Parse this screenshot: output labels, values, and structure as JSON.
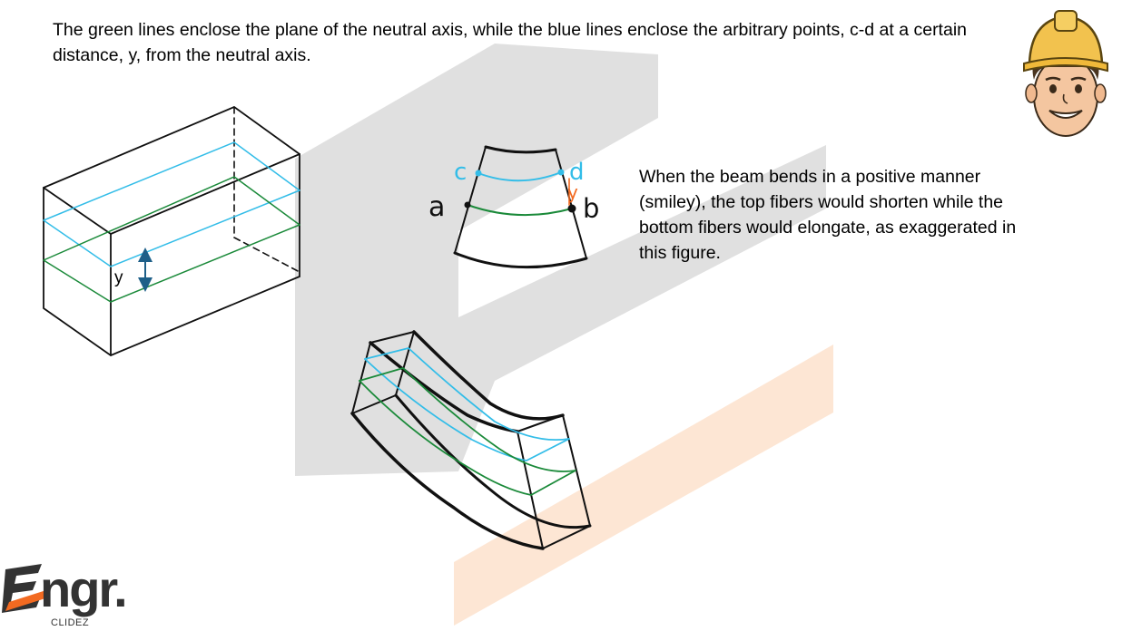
{
  "intro": "The green lines enclose the plane of the neutral axis, while the blue lines enclose the arbitrary points, c-d at a certain distance, y, from the neutral axis.",
  "explanation": "When the beam bends in a positive manner (smiley), the top fibers would shorten while the bottom fibers would elongate, as exaggerated in this figure.",
  "labels": {
    "y_box": "y",
    "point_a": "a",
    "point_b": "b",
    "point_c": "c",
    "point_d": "d",
    "y_small": "y"
  },
  "logo": {
    "main": "ngr.",
    "sub": "CLIDEZ"
  },
  "colors": {
    "neutral_axis_line": "#1b8a3a",
    "fiber_line": "#33bde8",
    "arrow": "#1e5f88",
    "accent_orange": "#f26a21",
    "watermark_gray": "#dedede",
    "watermark_peach": "#fde3cf"
  },
  "icons": {
    "mascot": "engineer-mascot-icon",
    "logo": "engr-logo-icon"
  }
}
